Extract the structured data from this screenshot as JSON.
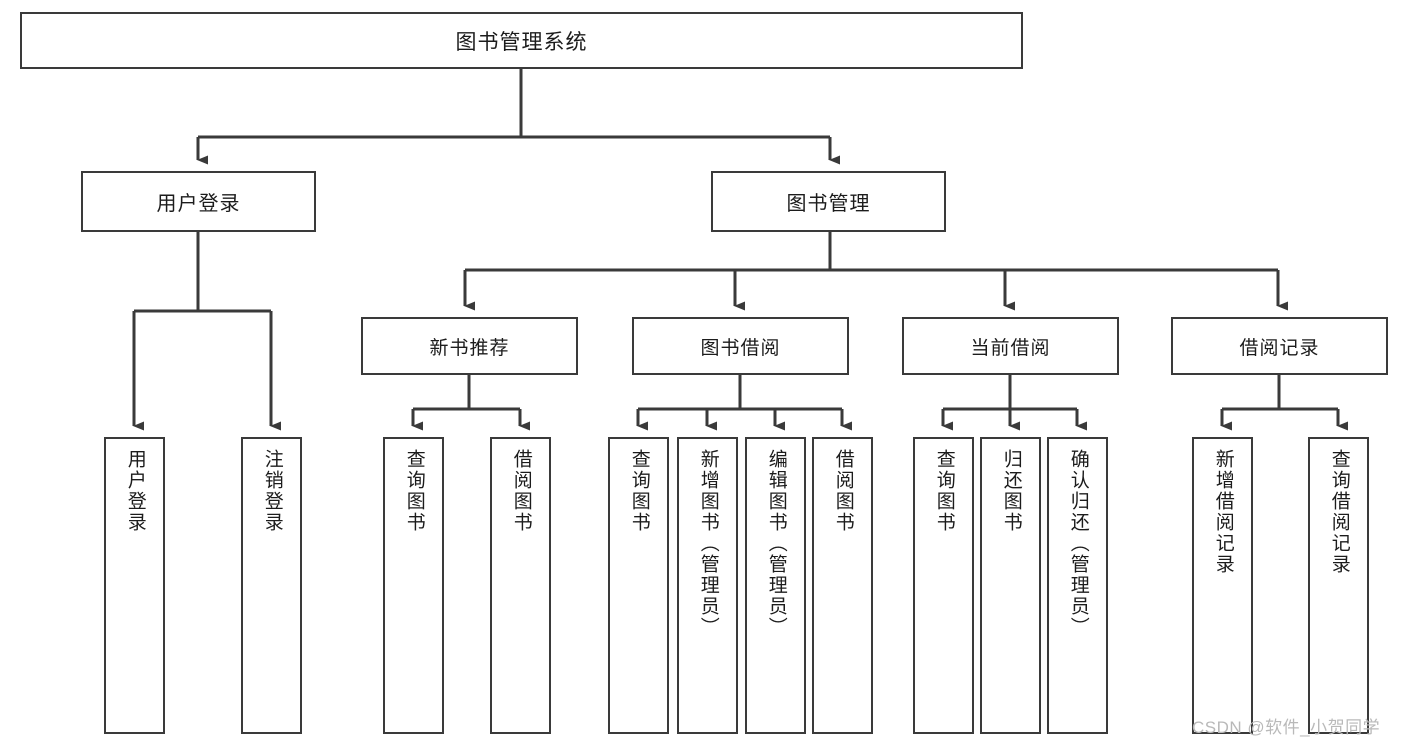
{
  "diagram": {
    "title": "图书管理系统",
    "watermark": "CSDN @软件_小贺同学",
    "stroke_color": "#3a3a3a",
    "fill_color": "#ffffff",
    "text_color": "#1c1c1c",
    "watermark_color": "#b9b9b9",
    "root": {
      "label": "图书管理系统"
    },
    "level1": [
      {
        "label": "用户登录"
      },
      {
        "label": "图书管理"
      }
    ],
    "level2": [
      {
        "label": "新书推荐"
      },
      {
        "label": "图书借阅"
      },
      {
        "label": "当前借阅"
      },
      {
        "label": "借阅记录"
      }
    ],
    "leaves": {
      "user_login": [
        {
          "label": "用户登录"
        },
        {
          "label": "注销登录"
        }
      ],
      "new_book_recommend": [
        {
          "label": "查询图书"
        },
        {
          "label": "借阅图书"
        }
      ],
      "book_borrow": [
        {
          "label": "查询图书"
        },
        {
          "label": "新增图书（管理员）"
        },
        {
          "label": "编辑图书（管理员）"
        },
        {
          "label": "借阅图书"
        }
      ],
      "current_borrow": [
        {
          "label": "查询图书"
        },
        {
          "label": "归还图书"
        },
        {
          "label": "确认归还（管理员）"
        }
      ],
      "borrow_record": [
        {
          "label": "新增借阅记录"
        },
        {
          "label": "查询借阅记录"
        }
      ]
    }
  }
}
